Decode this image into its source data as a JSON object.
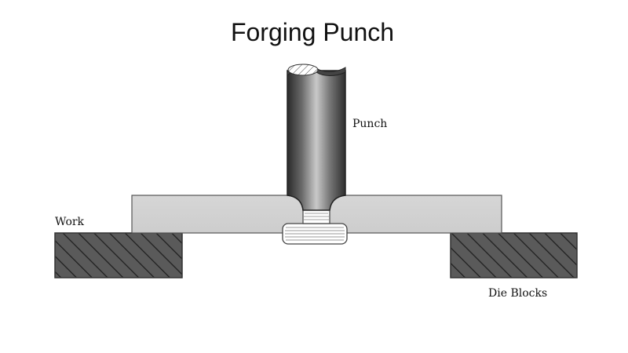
{
  "diagram": {
    "title": "Forging Punch",
    "labels": {
      "punch": "Punch",
      "work": "Work",
      "die_blocks": "Die Blocks"
    }
  },
  "colors": {
    "background": "#ffffff",
    "outline": "#333333",
    "work_fill": "#d9d9d9",
    "punch_dark": "#2e2e2e",
    "punch_light": "#c8c8c8",
    "die_fill": "#5a5a5a",
    "hatch": "#222222"
  }
}
